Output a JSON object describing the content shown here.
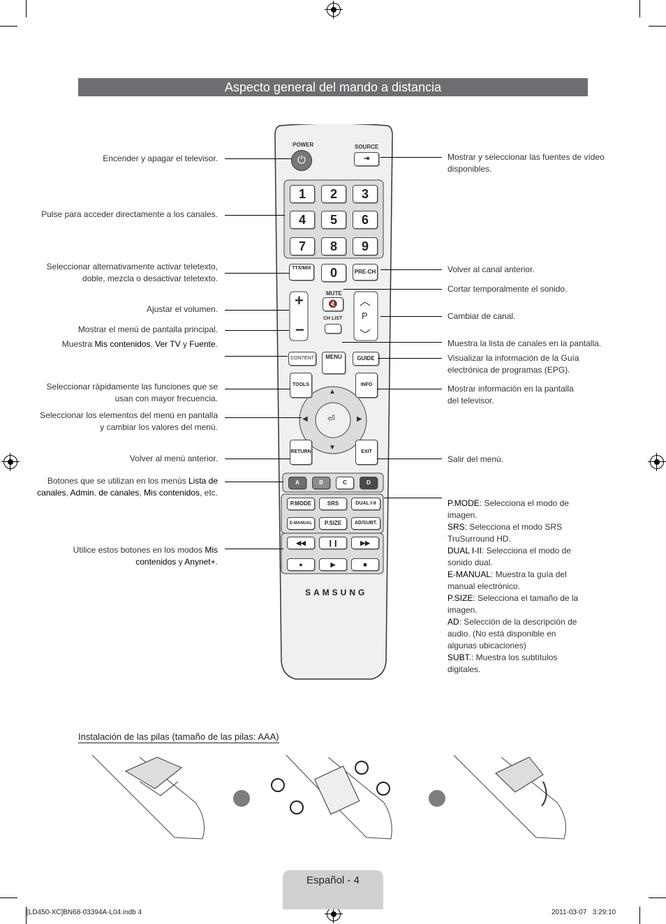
{
  "title": "Aspecto general del mando a distancia",
  "remote": {
    "power_label": "POWER",
    "source_label": "SOURCE",
    "digits": [
      "1",
      "2",
      "3",
      "4",
      "5",
      "6",
      "7",
      "8",
      "9",
      "0"
    ],
    "ttx_label": "TTX/MIX",
    "prech_label": "PRE-CH",
    "mute_label": "MUTE",
    "chlist_label": "CH LIST",
    "p_label": "P",
    "menu_label": "MENU",
    "content_label": "CONTENT",
    "guide_label": "GUIDE",
    "tools_label": "TOOLS",
    "info_label": "INFO",
    "return_label": "RETURN",
    "exit_label": "EXIT",
    "color_keys": [
      "A",
      "B",
      "C",
      "D"
    ],
    "color_key_colors": [
      "#6d6d6d",
      "#8c8c8c",
      "#e6e6e6",
      "#4a4a4a"
    ],
    "func_keys": [
      "P.MODE",
      "SRS",
      "DUAL I-II",
      "E-MANUAL",
      "P.SIZE",
      "AD/SUBT."
    ],
    "brand": "SAMSUNG"
  },
  "left_labels": {
    "power": "Encender y apagar el televisor.",
    "digits": "Pulse para acceder directamente a los canales.",
    "ttx": "Seleccionar alternativamente activar teletexto, doble, mezcla o desactivar teletexto.",
    "volume": "Ajustar el volumen.",
    "menu": "Mostrar el menú de pantalla principal.",
    "content_pre": "Muestra ",
    "content_b1": "Mis contenidos",
    "content_sep1": ", ",
    "content_b2": "Ver TV",
    "content_sep2": " y ",
    "content_b3": "Fuente",
    "content_end": ".",
    "tools": "Seleccionar rápidamente las funciones que se usan con mayor frecuencia.",
    "nav": "Seleccionar los elementos del menú en pantalla y cambiar los valores del menú.",
    "return": "Volver al menú anterior.",
    "color_pre": "Botones que se utilizan en los menús ",
    "color_b1": "Lista de canales",
    "color_sep1": ", ",
    "color_b2": "Admin. de canales",
    "color_sep2": ", ",
    "color_b3": "Mis contenidos",
    "color_end": ", etc.",
    "media_pre": "Utilice estos botones en los modos ",
    "media_b1": "Mis contenidos",
    "media_sep": " y ",
    "media_b2": "Anynet+",
    "media_end": "."
  },
  "right_labels": {
    "source": "Mostrar y seleccionar las fuentes de vídeo disponibles.",
    "prech": "Volver al canal anterior.",
    "mute": "Cortar temporalmente el sonido.",
    "channel": "Cambiar de canal.",
    "chlist": "Muestra la lista de canales en la pantalla.",
    "guide": "Visualizar la información de la Guía electrónica de programas (EPG).",
    "info": "Mostrar información en la pantalla del televisor.",
    "exit": "Salir del menú.",
    "func": [
      {
        "key": "P.MODE",
        "text": ": Selecciona el modo de imagen."
      },
      {
        "key": "SRS",
        "text": ": Selecciona el modo SRS TruSurround HD."
      },
      {
        "key": "DUAL I-II",
        "text": ": Selecciona el modo de sonido dual."
      },
      {
        "key": "E-MANUAL",
        "text": ": Muestra la guía del manual electrónico."
      },
      {
        "key": "P.SIZE",
        "text": ": Selecciona el tamaño de la imagen."
      },
      {
        "key": "AD",
        "text": ": Selección de la descripción de audio. (No está disponible en algunas ubicaciones)"
      },
      {
        "key": "SUBT.",
        "text": ": Muestra los subtítulos digitales."
      }
    ]
  },
  "install_heading": "Instalación de las pilas (tamaño de las pilas: AAA)",
  "page_label": "Español - 4",
  "footer_left": "[LD450-XC]BN68-03394A-L04.indb   4",
  "footer_right": "2011-03-07     3:29:10"
}
